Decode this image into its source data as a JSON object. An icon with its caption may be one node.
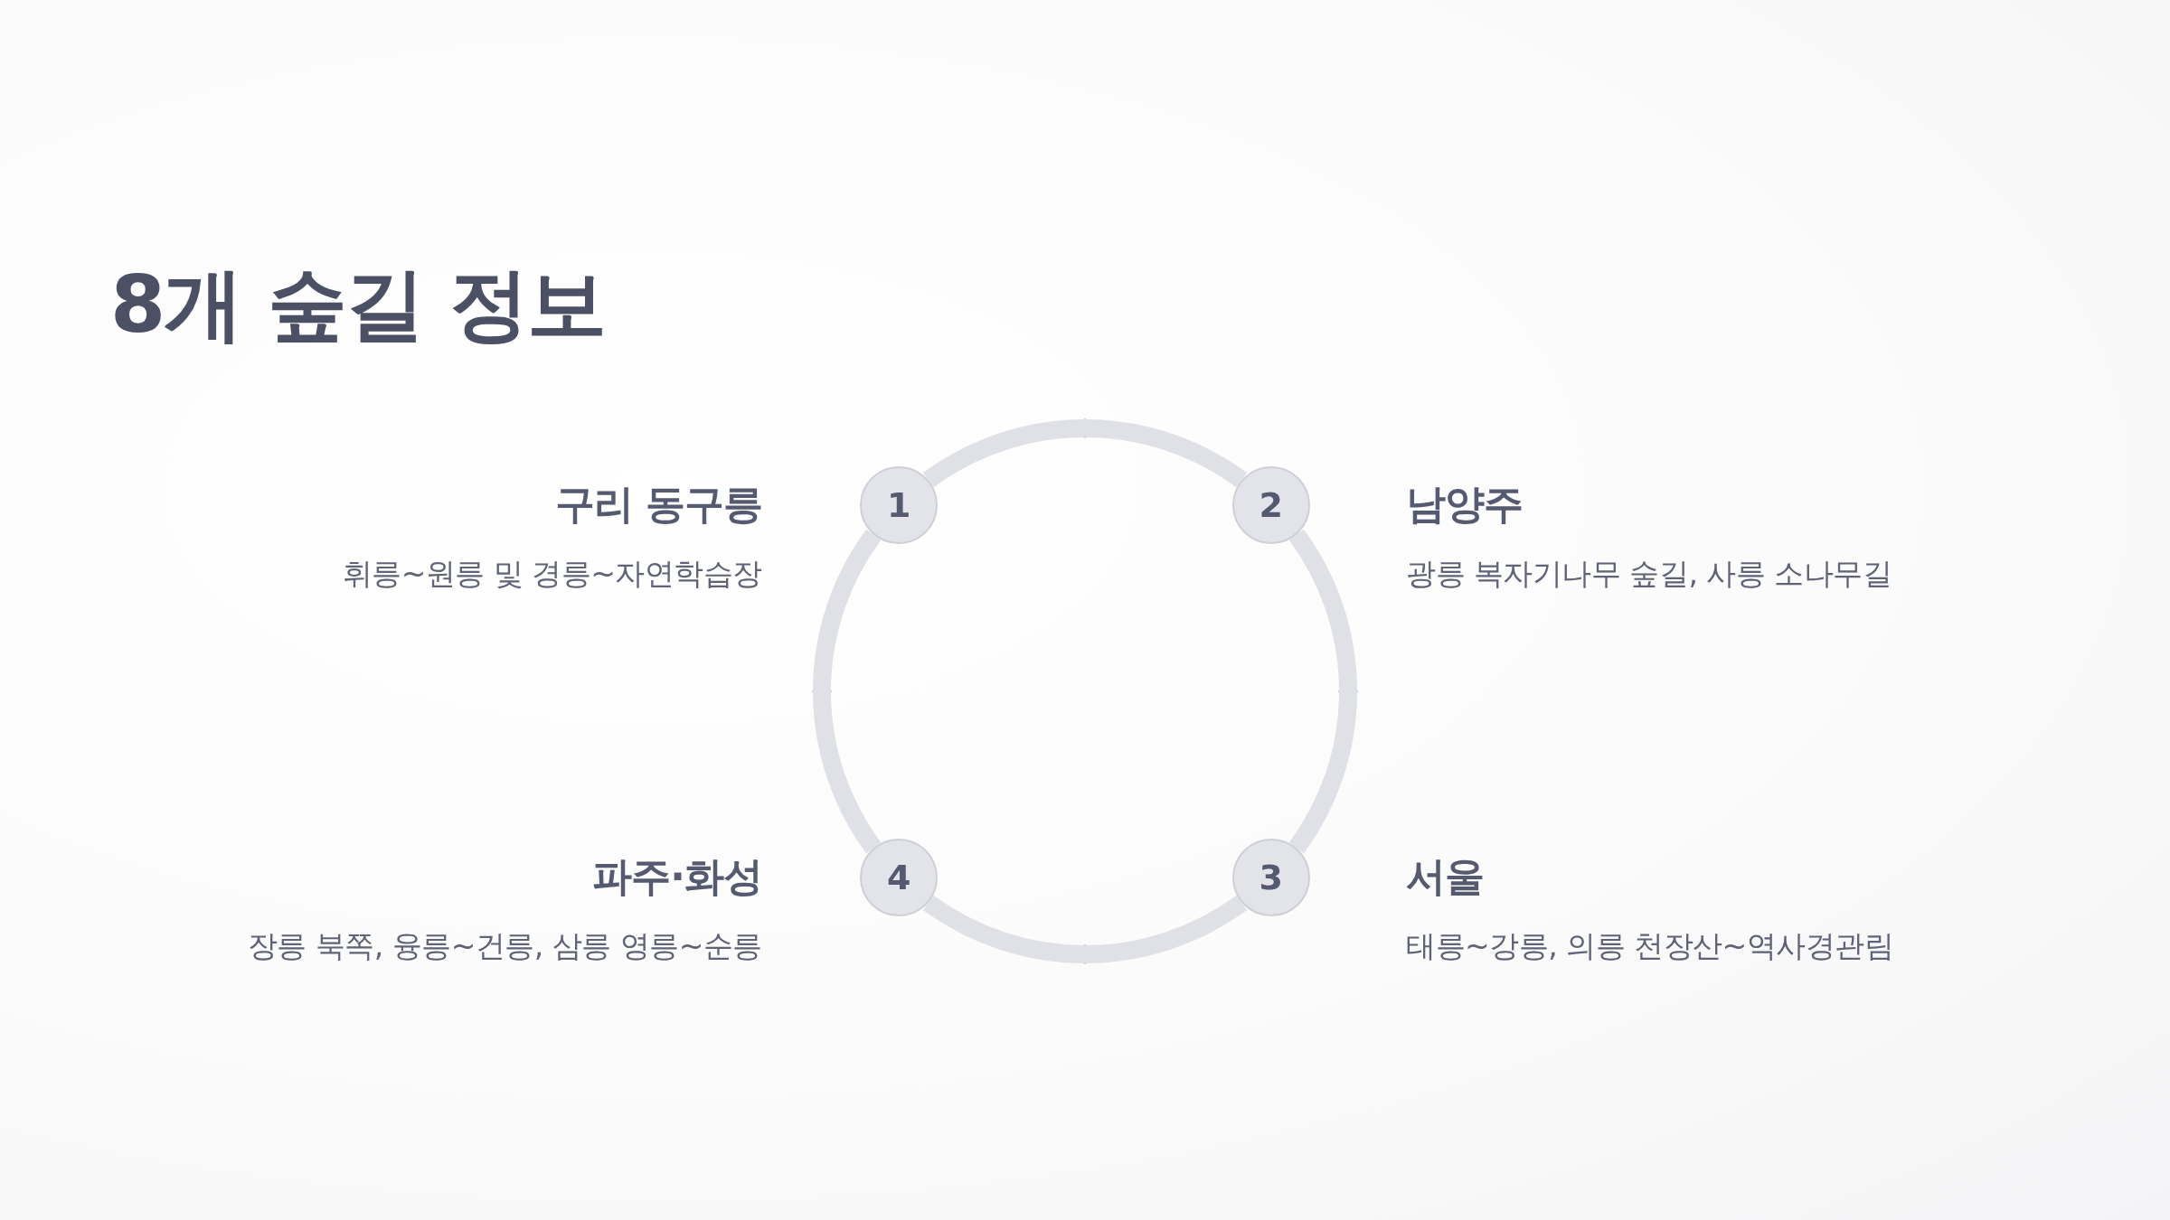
{
  "diagram": {
    "title": "8개 숲길 정보",
    "nodes": [
      {
        "text": [
          "1"
        ],
        "beside": [
          "구리 동구릉",
          "휘릉~원릉 및 경릉~자연학습장"
        ]
      },
      {
        "text": [
          "2"
        ],
        "beside": [
          "남양주",
          "광릉 복자기나무 숲길, 사릉 소나무길"
        ]
      },
      {
        "text": [
          "3"
        ],
        "beside": [
          "서울",
          "태릉~강릉, 의릉 천장산~역사경관림"
        ]
      },
      {
        "text": [
          "4"
        ],
        "beside": [
          "파주·화성",
          "장릉 북쪽, 융릉~건릉, 삼릉 영릉~순릉"
        ]
      }
    ],
    "edges": [
      {
        "from": 0,
        "to": 1,
        "arrow": "none"
      },
      {
        "from": 1,
        "to": 2,
        "arrow": "none"
      },
      {
        "from": 2,
        "to": 3,
        "arrow": "none"
      },
      {
        "from": 3,
        "to": 0,
        "arrow": "none"
      }
    ]
  }
}
